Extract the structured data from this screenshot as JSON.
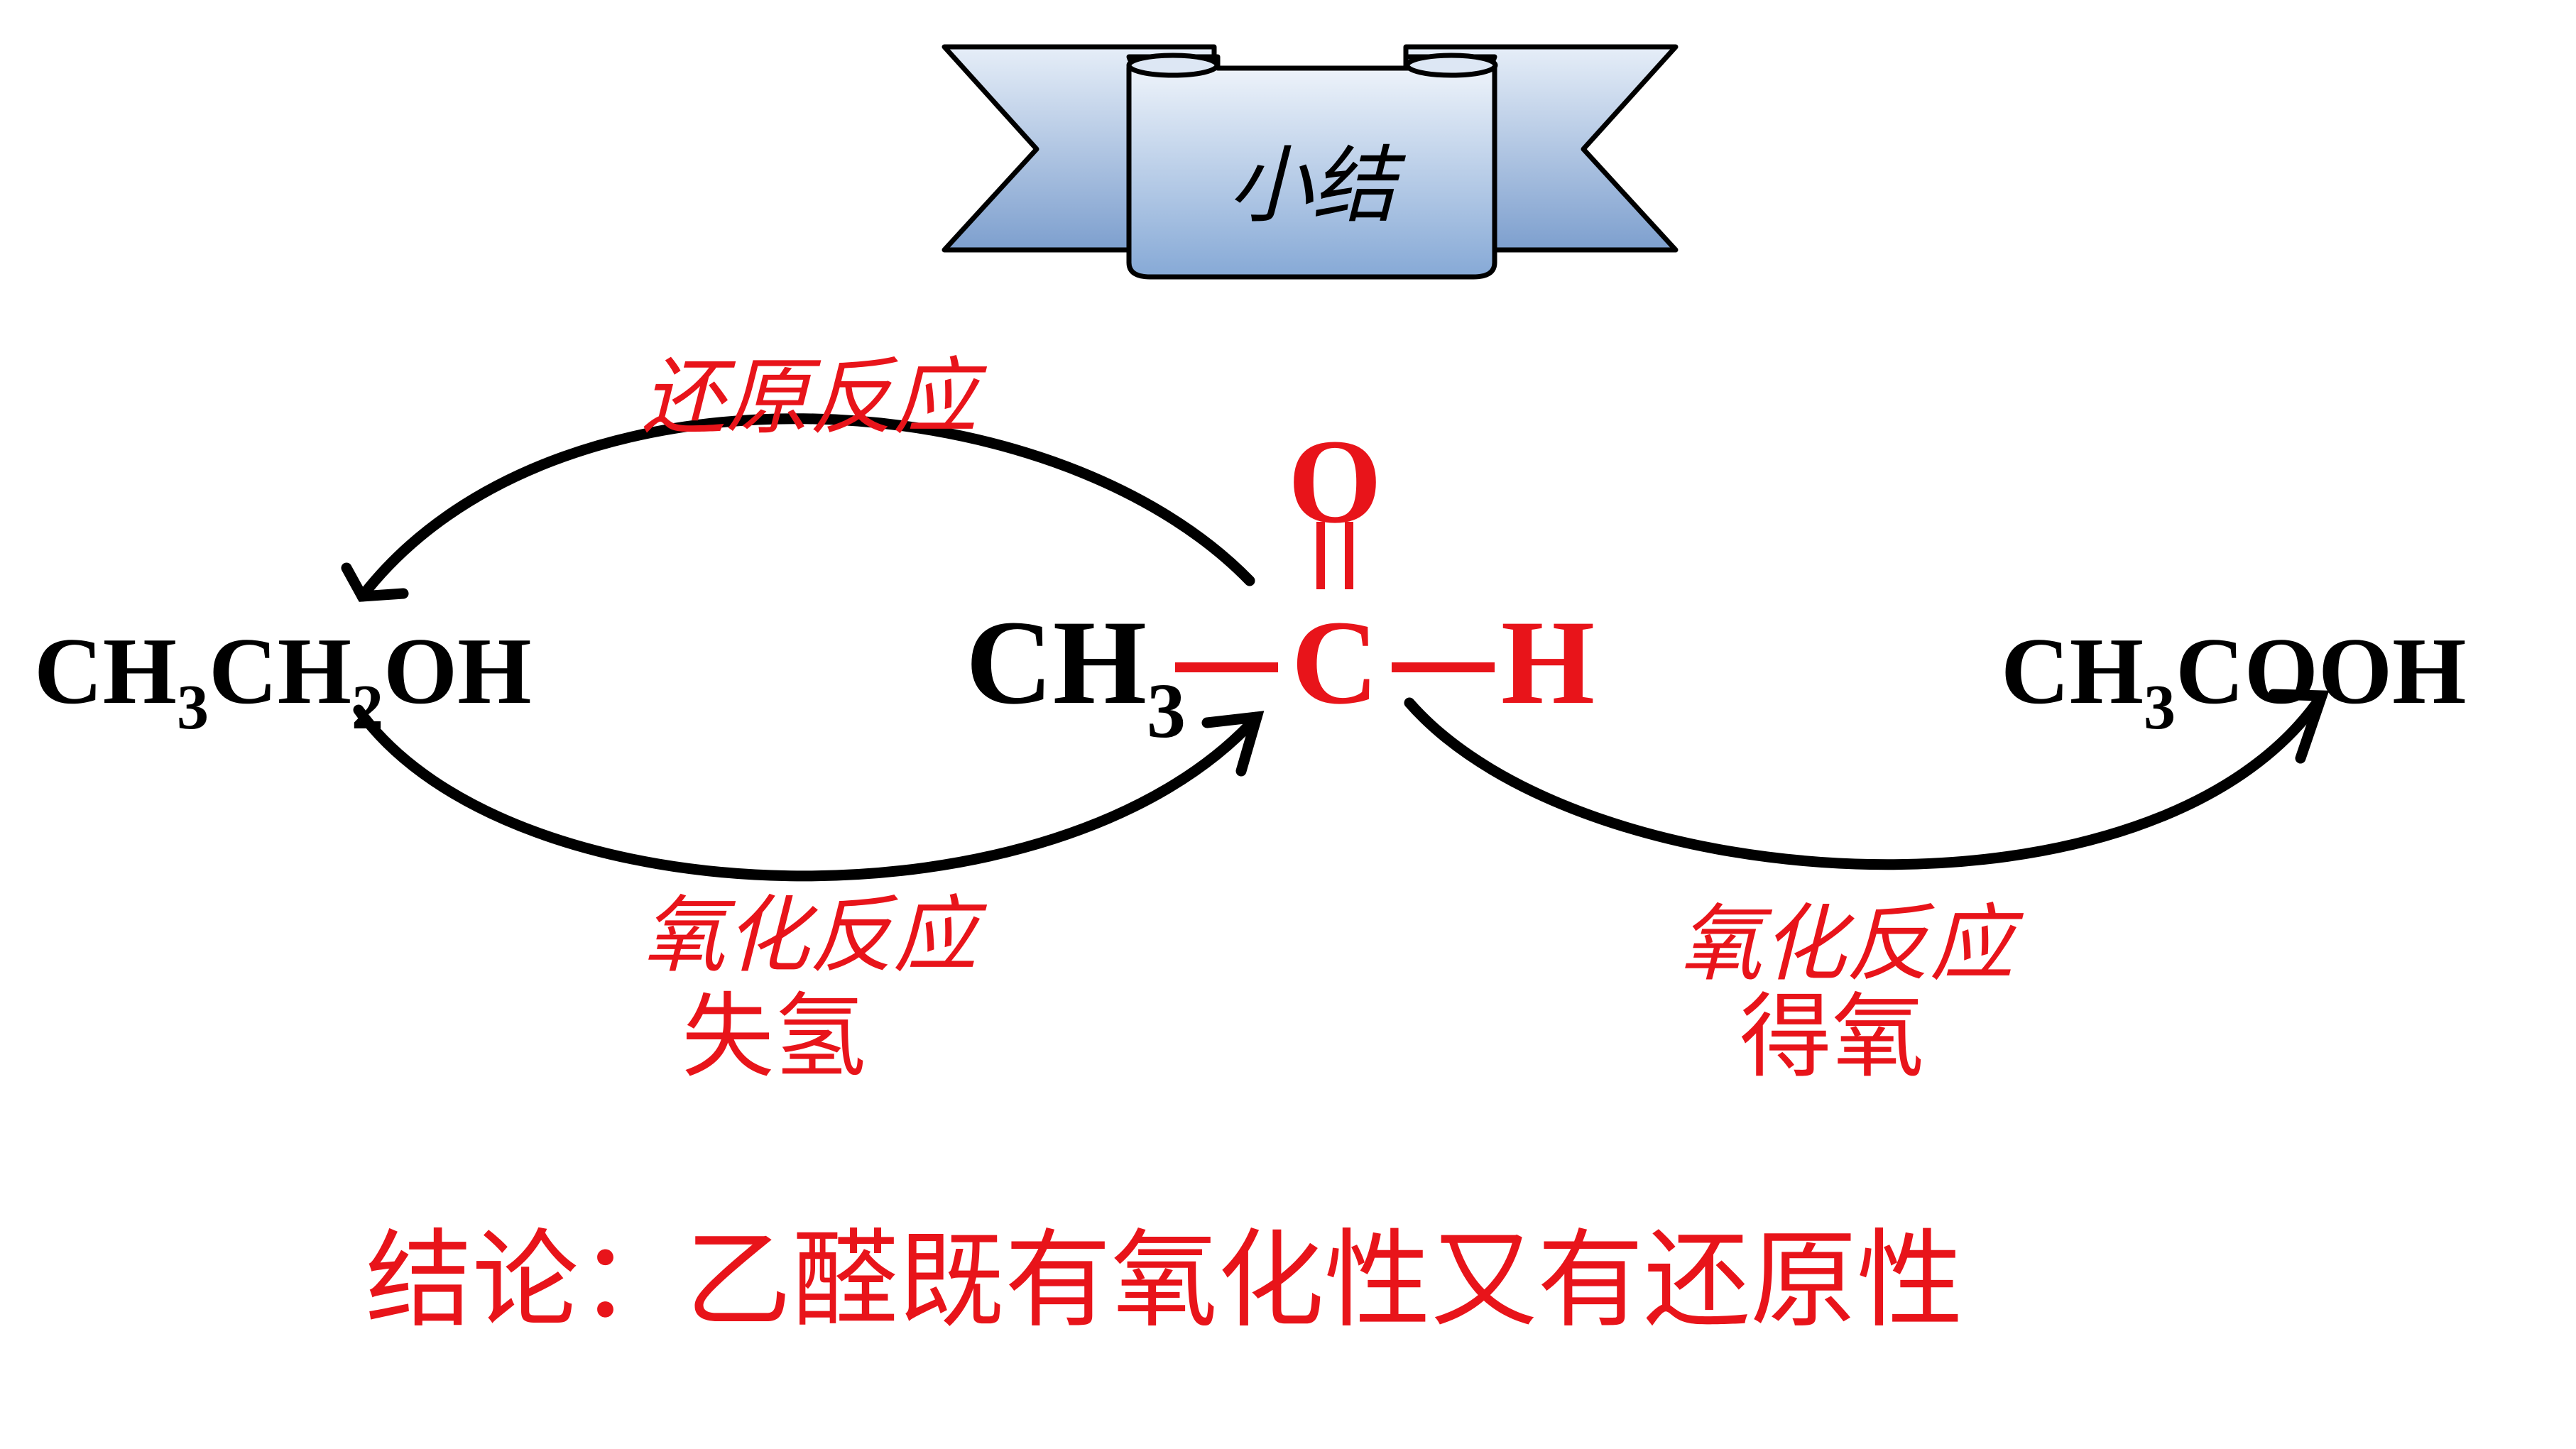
{
  "banner": {
    "title": "小结"
  },
  "colors": {
    "text": "#000000",
    "highlight": "#e8141a",
    "banner_fill_light": "#f3f7fc",
    "banner_fill_dark": "#86a9d6"
  },
  "compounds": {
    "ethanol": {
      "p1": "CH",
      "s1": "3",
      "p2": "CH",
      "s2": "2",
      "p3": "OH"
    },
    "acetaldehyde": {
      "methyl": "CH",
      "methyl_sub": "3",
      "bond_left": "—",
      "carbon": "C",
      "bond_right": "—",
      "hydrogen": "H",
      "oxygen": "O"
    },
    "acetic_acid": {
      "p1": "CH",
      "s1": "3",
      "p2": "COOH"
    }
  },
  "reactions": {
    "reduction": {
      "label": "还原反应"
    },
    "oxidation_left": {
      "label": "氧化反应",
      "note": "失氢"
    },
    "oxidation_right": {
      "label": "氧化反应",
      "note": "得氧"
    }
  },
  "conclusion": "结论：乙醛既有氧化性又有还原性"
}
